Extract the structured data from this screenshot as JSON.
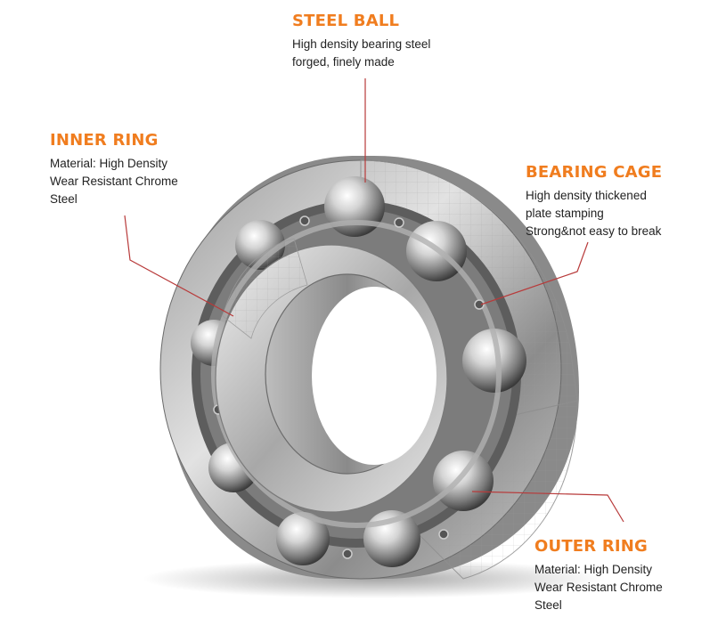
{
  "accent_color": "#f07d1f",
  "leader_color": "#b83a3a",
  "callouts": {
    "steel_ball": {
      "title": "STEEL BALL",
      "lines": [
        "High density bearing steel",
        "forged, finely made"
      ]
    },
    "inner_ring": {
      "title": "INNER RING",
      "lines": [
        "Material: High Density",
        "Wear Resistant Chrome",
        "Steel"
      ]
    },
    "bearing_cage": {
      "title": "BEARING CAGE",
      "lines": [
        "High density thickened",
        "plate stamping",
        "Strong&not easy to break"
      ]
    },
    "outer_ring": {
      "title": "OUTER RING",
      "lines": [
        "Material: High Density",
        "Wear Resistant Chrome",
        "Steel"
      ]
    }
  }
}
